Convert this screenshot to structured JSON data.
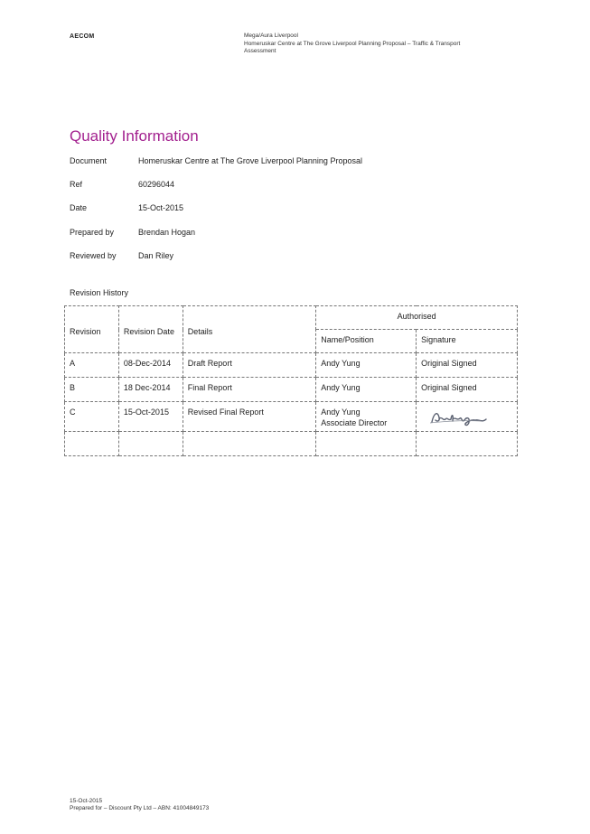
{
  "header": {
    "logo": "AECOM",
    "line1": "Mega/Aura Liverpool",
    "line2": "Homeruskar Centre at The Grove Liverpool Planning Proposal – Traffic & Transport",
    "line3": "Assessment"
  },
  "title": "Quality Information",
  "info": [
    {
      "label": "Document",
      "value": "Homeruskar Centre at The Grove Liverpool Planning Proposal"
    },
    {
      "label": "Ref",
      "value": "60296044"
    },
    {
      "label": "Date",
      "value": "15-Oct-2015"
    },
    {
      "label": "Prepared by",
      "value": "Brendan Hogan"
    },
    {
      "label": "Reviewed by",
      "value": "Dan Riley"
    }
  ],
  "revision_history": {
    "heading": "Revision History",
    "headers": {
      "revision": "Revision",
      "revision_date": "Revision Date",
      "details": "Details",
      "authorised": "Authorised",
      "name_position": "Name/Position",
      "signature": "Signature"
    },
    "rows": [
      {
        "revision": "A",
        "date": "08-Dec-2014",
        "details": "Draft Report",
        "name": "Andy Yung",
        "position": "",
        "signature": "Original Signed"
      },
      {
        "revision": "B",
        "date": "18 Dec-2014",
        "details": "Final Report",
        "name": "Andy Yung",
        "position": "",
        "signature": "Original Signed"
      },
      {
        "revision": "C",
        "date": "15-Oct-2015",
        "details": "Revised Final Report",
        "name": "Andy Yung",
        "position": "Associate Director",
        "signature": ""
      }
    ]
  },
  "footer": {
    "line1": "15-Oct-2015",
    "line2": "Prepared for – Discount Pty Ltd – ABN: 41004849173"
  }
}
